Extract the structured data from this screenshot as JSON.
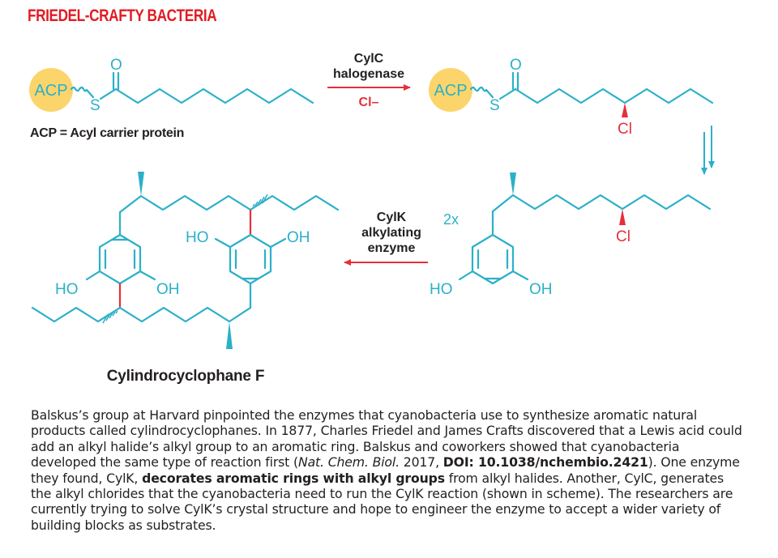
{
  "title": "FRIEDEL-CRAFTY BACTERIA",
  "scheme": {
    "acp_label": "ACP",
    "acp_definition": "ACP = Acyl carrier protein",
    "oxygen": "O",
    "sulfur": "S",
    "chlorine": "Cl",
    "hydroxyl": "HO",
    "hydroxyl_right": "OH",
    "step1": {
      "enzyme": "CylC",
      "role": "halogenase",
      "reagent": "Cl–"
    },
    "step2": {
      "enzyme": "CylK",
      "role_1": "alkylating",
      "role_2": "enzyme",
      "multiplier": "2x"
    },
    "product": "Cylindrocyclophane F"
  },
  "caption": {
    "p1": "Balskus’s group at Harvard pinpointed the enzymes that cyanobacteria use to synthesize aromatic natural products called cylindrocyclophanes. In 1877, Charles Friedel and James Crafts discovered that a Lewis acid could add an alkyl halide’s alkyl group to an aromatic ring. Balskus and coworkers showed that cyanobacteria developed the same type of reaction first (",
    "journal": "Nat. Chem. Biol.",
    "p2": " 2017, ",
    "doi": "DOI: 10.1038/nchembio.2421",
    "p3": "). One enzyme they found, CylK, ",
    "highlight": "decorates aromatic rings with alkyl groups",
    "p4": " from alkyl halides. Another, CylC, generates the alkyl chlorides that the cyanobacteria need to run the CylK reaction (shown in scheme). The researchers are currently trying to solve CylK’s crystal structure and hope to engineer the enzyme to accept a wider variety of building blocks as substrates."
  }
}
